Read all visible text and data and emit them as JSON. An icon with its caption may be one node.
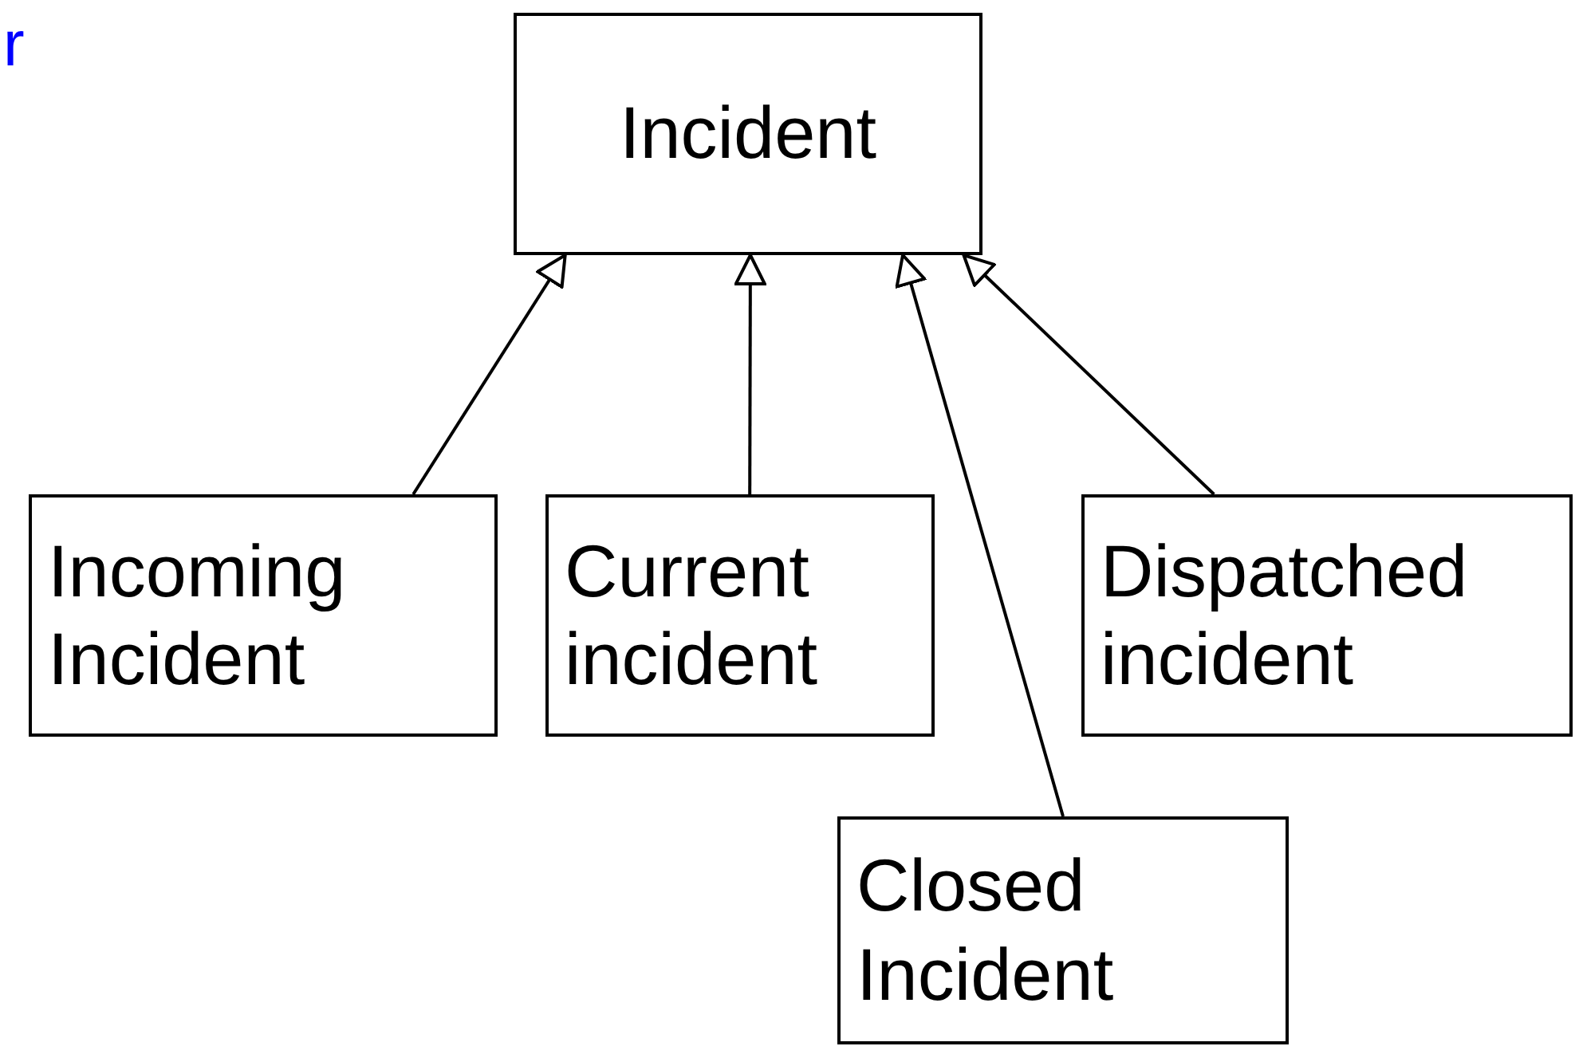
{
  "diagram": {
    "nodes": [
      {
        "text": [
          "Incident"
        ]
      },
      {
        "text": [
          "Incoming Incident"
        ]
      },
      {
        "text": [
          "Current incident"
        ]
      },
      {
        "text": [
          "Dispatched incident"
        ]
      },
      {
        "text": [
          "Closed Incident"
        ]
      }
    ],
    "edges": [
      {
        "from": 1,
        "to": 0,
        "arrow": "to"
      },
      {
        "from": 2,
        "to": 0,
        "arrow": "to"
      },
      {
        "from": 4,
        "to": 0,
        "arrow": "to"
      },
      {
        "from": 3,
        "to": 0,
        "arrow": "to"
      }
    ],
    "labels": [
      "r"
    ]
  }
}
